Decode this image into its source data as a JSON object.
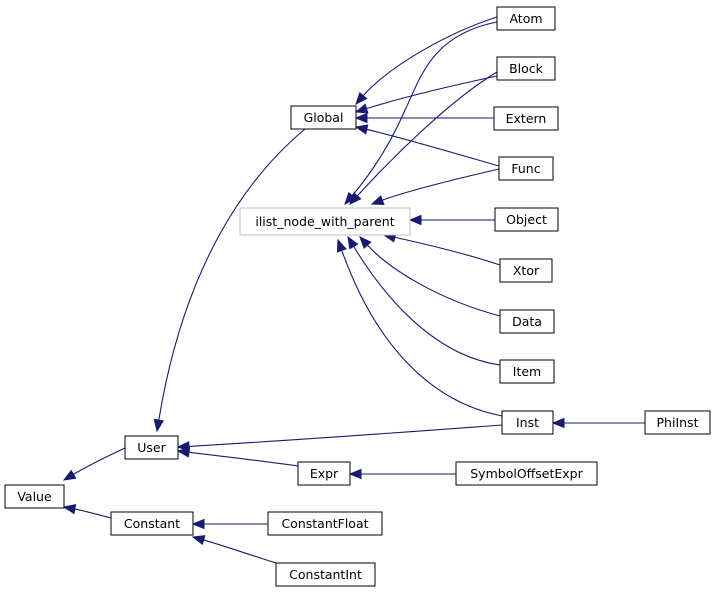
{
  "diagram": {
    "nodes": [
      {
        "id": "value",
        "label": "Value"
      },
      {
        "id": "user",
        "label": "User"
      },
      {
        "id": "constant",
        "label": "Constant"
      },
      {
        "id": "global",
        "label": "Global"
      },
      {
        "id": "ilist",
        "label": "ilist_node_with_parent"
      },
      {
        "id": "atom",
        "label": "Atom"
      },
      {
        "id": "block",
        "label": "Block"
      },
      {
        "id": "extern",
        "label": "Extern"
      },
      {
        "id": "func",
        "label": "Func"
      },
      {
        "id": "object",
        "label": "Object"
      },
      {
        "id": "xtor",
        "label": "Xtor"
      },
      {
        "id": "data",
        "label": "Data"
      },
      {
        "id": "item",
        "label": "Item"
      },
      {
        "id": "inst",
        "label": "Inst"
      },
      {
        "id": "expr",
        "label": "Expr"
      },
      {
        "id": "phiinst",
        "label": "PhiInst"
      },
      {
        "id": "symboloffsetexpr",
        "label": "SymbolOffsetExpr"
      },
      {
        "id": "constantfloat",
        "label": "ConstantFloat"
      },
      {
        "id": "constantint",
        "label": "ConstantInt"
      }
    ],
    "edges": [
      {
        "from": "user",
        "to": "value"
      },
      {
        "from": "constant",
        "to": "value"
      },
      {
        "from": "global",
        "to": "user"
      },
      {
        "from": "inst",
        "to": "user"
      },
      {
        "from": "expr",
        "to": "user"
      },
      {
        "from": "constantfloat",
        "to": "constant"
      },
      {
        "from": "constantint",
        "to": "constant"
      },
      {
        "from": "atom",
        "to": "global"
      },
      {
        "from": "block",
        "to": "global"
      },
      {
        "from": "extern",
        "to": "global"
      },
      {
        "from": "func",
        "to": "global"
      },
      {
        "from": "atom",
        "to": "ilist"
      },
      {
        "from": "block",
        "to": "ilist"
      },
      {
        "from": "func",
        "to": "ilist"
      },
      {
        "from": "object",
        "to": "ilist"
      },
      {
        "from": "xtor",
        "to": "ilist"
      },
      {
        "from": "data",
        "to": "ilist"
      },
      {
        "from": "item",
        "to": "ilist"
      },
      {
        "from": "inst",
        "to": "ilist"
      },
      {
        "from": "phiinst",
        "to": "inst"
      },
      {
        "from": "symboloffsetexpr",
        "to": "expr"
      }
    ]
  }
}
